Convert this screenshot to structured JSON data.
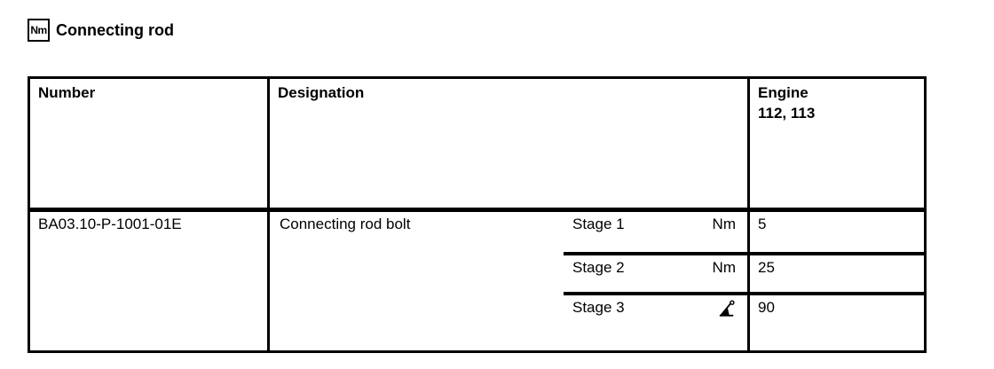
{
  "page": {
    "title": "Connecting rod",
    "title_icon_label": "Nm"
  },
  "colors": {
    "ink": "#000000",
    "paper": "#ffffff"
  },
  "table": {
    "headers": {
      "number": "Number",
      "designation": "Designation",
      "engine_line1": "Engine",
      "engine_line2": "112, 113"
    },
    "row": {
      "number": "BA03.10-P-1001-01E",
      "designation": "Connecting rod bolt",
      "stages": [
        {
          "label": "Stage 1",
          "unit": "Nm",
          "unit_icon": "",
          "value": "5"
        },
        {
          "label": "Stage 2",
          "unit": "Nm",
          "unit_icon": "",
          "value": "25"
        },
        {
          "label": "Stage 3",
          "unit": "",
          "unit_icon": "tightening-angle-degrees",
          "value": "90"
        }
      ]
    }
  }
}
